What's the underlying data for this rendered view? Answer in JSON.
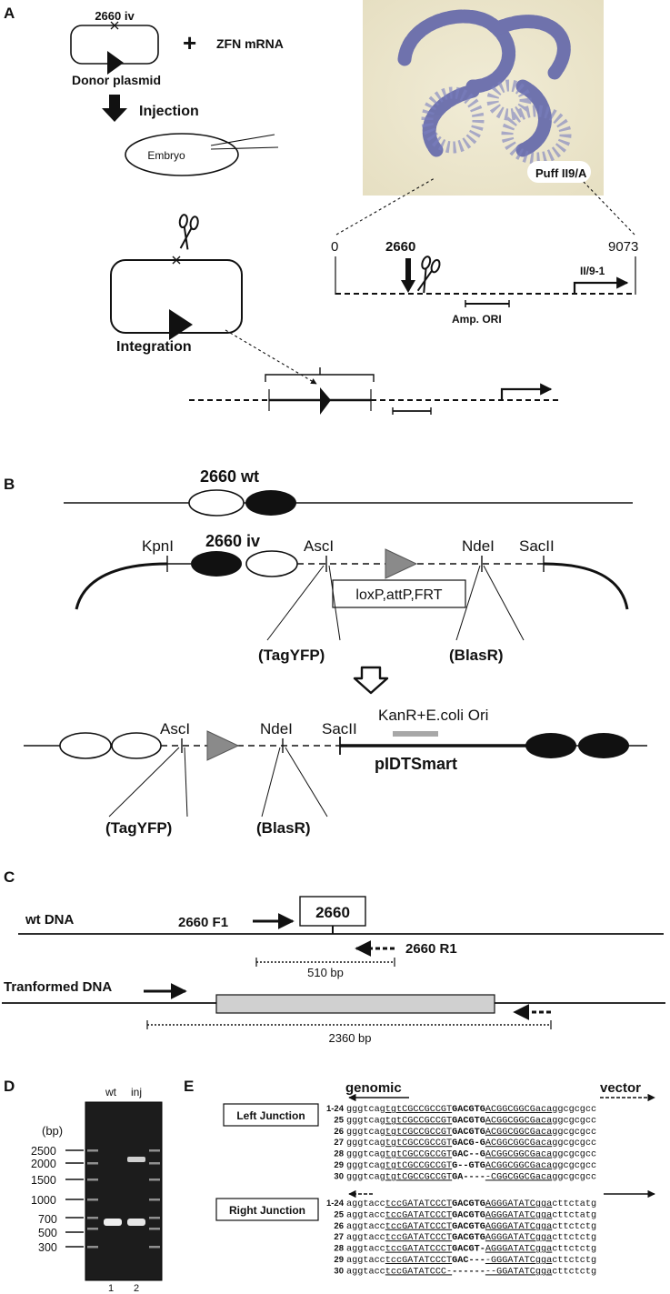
{
  "panels": {
    "a": {
      "letter": "A",
      "plasmid_label": "2660 iv",
      "plus": "+",
      "mrna_label": "ZFN mRNA",
      "donor_label": "Donor plasmid",
      "injection_label": "Injection",
      "embryo_label": "Embryo",
      "integration_label": "Integration",
      "puff_label": "Puff II9/A",
      "map_start": "0",
      "map_end": "9073",
      "map_site": "2660",
      "gene_label": "II/9-1",
      "ori_label": "Amp. ORI"
    },
    "b": {
      "letter": "B",
      "wt_label": "2660 wt",
      "iv_label": "2660 iv",
      "kpn": "KpnI",
      "asc": "AscI",
      "nde": "NdeI",
      "sac": "SacII",
      "box_label": "loxP,attP,FRT",
      "tag": "(TagYFP)",
      "blas": "(BlasR)",
      "asc2": "AscI",
      "nde2": "NdeI",
      "sac2": "SacII",
      "kan_label": "KanR+E.coli Ori",
      "vector_label": "pIDTSmart",
      "tag2": "(TagYFP)",
      "blas2": "(BlasR)"
    },
    "c": {
      "letter": "C",
      "wt_label": "wt DNA",
      "f1_label": "2660 F1",
      "box_label": "2660",
      "r1_label": "2660 R1",
      "size1": "510 bp",
      "tr_label": "Tranformed DNA",
      "size2": "2360 bp"
    },
    "d": {
      "letter": "D",
      "lane_wt": "wt",
      "lane_inj": "inj",
      "unit": "(bp)",
      "ladder": [
        "2500",
        "2000",
        "1500",
        "1000",
        "700",
        "500",
        "300"
      ],
      "lane1": "1",
      "lane2": "2"
    },
    "e": {
      "letter": "E",
      "genomic": "genomic",
      "vector": "vector",
      "left_label": "Left Junction",
      "right_label": "Right Junction",
      "left_rows": [
        {
          "id": "1-24",
          "a": "gggtcag",
          "b": "tgtCGCCGCCGT",
          "c": "GACGTG",
          "d": "ACGGCGGCGaca",
          "e": "ggcgcgcc"
        },
        {
          "id": "25",
          "a": "gggtcag",
          "b": "tgtCGCCGCCGT",
          "c": "GACGTG",
          "d": "ACGGCGGCGaca",
          "e": "ggcgcgcc"
        },
        {
          "id": "26",
          "a": "gggtcag",
          "b": "tgtCGCCGCCGT",
          "c": "GACGTG",
          "d": "ACGGCGGCGaca",
          "e": "ggcgcgcc"
        },
        {
          "id": "27",
          "a": "gggtcag",
          "b": "tgtCGCCGCCGT",
          "c": "GACG-G",
          "d": "ACGGCGGCGaca",
          "e": "ggcgcgcc"
        },
        {
          "id": "28",
          "a": "gggtcag",
          "b": "tgtCGCCGCCGT",
          "c": "GAC--G",
          "d": "ACGGCGGCGaca",
          "e": "ggcgcgcc"
        },
        {
          "id": "29",
          "a": "gggtcag",
          "b": "tgtCGCCGCCGT",
          "c": "G--GTG",
          "d": "ACGGCGGCGaca",
          "e": "ggcgcgcc"
        },
        {
          "id": "30",
          "a": "gggtcag",
          "b": "tgtCGCCGCCGT",
          "c": "GA----",
          "d": "-CGGCGGCGaca",
          "e": "ggcgcgcc"
        }
      ],
      "right_rows": [
        {
          "id": "1-24",
          "a": "aggtacc",
          "b": "tccGATATCCCT",
          "c": "GACGTG",
          "d": "AGGGATATCgga",
          "e": "cttctatg"
        },
        {
          "id": "25",
          "a": "aggtacc",
          "b": "tccGATATCCCT",
          "c": "GACGTG",
          "d": "AGGGATATCgga",
          "e": "cttctatg"
        },
        {
          "id": "26",
          "a": "aggtacc",
          "b": "tccGATATCCCT",
          "c": "GACGTG",
          "d": "AGGGATATCgga",
          "e": "cttctctg"
        },
        {
          "id": "27",
          "a": "aggtacc",
          "b": "tccGATATCCCT",
          "c": "GACGTG",
          "d": "AGGGATATCgga",
          "e": "cttctctg"
        },
        {
          "id": "28",
          "a": "aggtacc",
          "b": "tccGATATCCCT",
          "c": "GACGT-",
          "d": "AGGGATATCgga",
          "e": "cttctctg"
        },
        {
          "id": "29",
          "a": "aggtacc",
          "b": "tccGATATCCCT",
          "c": "GAC---",
          "d": "-GGGATATCgga",
          "e": "cttctctg"
        },
        {
          "id": "30",
          "a": "aggtacc",
          "b": "tccGATATCCC-",
          "c": "------",
          "d": "--GGATATCgga",
          "e": "cttctctg"
        }
      ]
    }
  }
}
